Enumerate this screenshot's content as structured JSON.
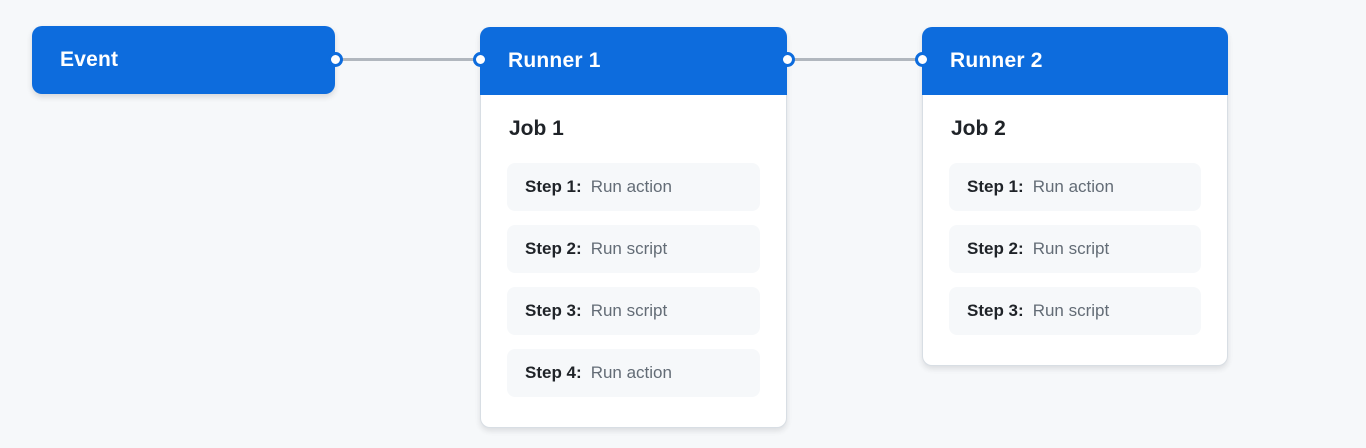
{
  "diagram": {
    "type": "workflow",
    "colors": {
      "accent_blue": "#0d6cdd",
      "page_background": "#f6f8fa",
      "card_background": "#ffffff",
      "card_border": "#d8dee4",
      "step_background": "#f6f8fa",
      "step_label_text": "#1f2328",
      "step_value_text": "#636c76",
      "connector_line": "#b1b7be",
      "connector_dot_fill": "#ffffff"
    },
    "event": {
      "label": "Event"
    },
    "runners": [
      {
        "title": "Runner 1",
        "job": {
          "title": "Job 1",
          "steps": [
            {
              "label": "Step 1:",
              "value": "Run action"
            },
            {
              "label": "Step 2:",
              "value": "Run script"
            },
            {
              "label": "Step 3:",
              "value": "Run script"
            },
            {
              "label": "Step 4:",
              "value": "Run action"
            }
          ]
        }
      },
      {
        "title": "Runner 2",
        "job": {
          "title": "Job 2",
          "steps": [
            {
              "label": "Step 1:",
              "value": "Run action"
            },
            {
              "label": "Step 2:",
              "value": "Run script"
            },
            {
              "label": "Step 3:",
              "value": "Run script"
            }
          ]
        }
      }
    ]
  }
}
